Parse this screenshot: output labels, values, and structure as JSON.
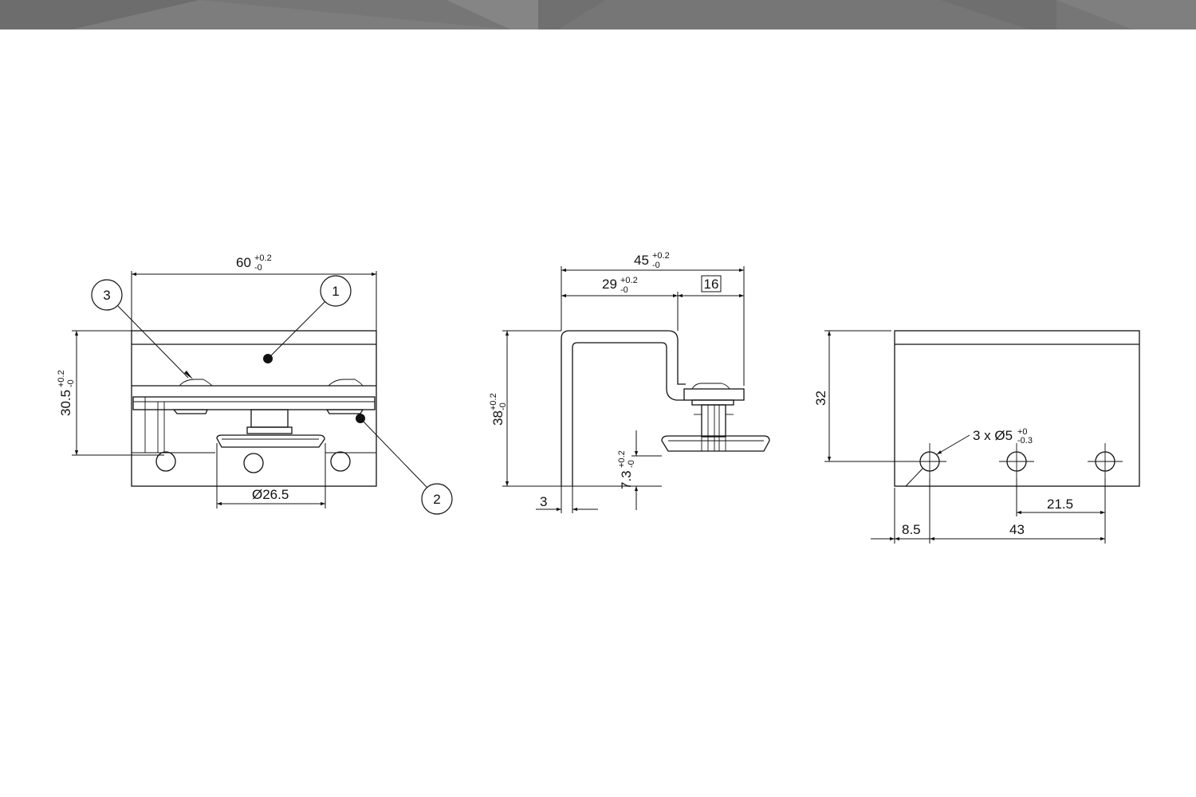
{
  "views": {
    "front": {
      "width_dim": {
        "value": "60",
        "tol_upper": "+0.2",
        "tol_lower": "-0"
      },
      "height_dim": {
        "value": "30.5",
        "tol_upper": "+0.2",
        "tol_lower": "-0"
      },
      "roller_dim": "Ø26.5",
      "callouts": [
        "1",
        "2",
        "3"
      ]
    },
    "side": {
      "width_dim": {
        "value": "45",
        "tol_upper": "+0.2",
        "tol_lower": "-0"
      },
      "offset_dim": {
        "value": "29",
        "tol_upper": "+0.2",
        "tol_lower": "-0"
      },
      "boxed_dim": "16",
      "height_dim": {
        "value": "38",
        "tol_upper": "+0.2",
        "tol_lower": "-0"
      },
      "thickness_dim": "3",
      "roller_height_dim": {
        "value": "7.3",
        "tol_upper": "+0.2",
        "tol_lower": "-0"
      }
    },
    "rear": {
      "height_dim": "32",
      "hole_note": {
        "prefix": "3 x Ø5",
        "tol_upper": "+0",
        "tol_lower": "-0.3"
      },
      "pitch_dim": "21.5",
      "edge_dim": "8.5",
      "span_dim": "43"
    }
  }
}
